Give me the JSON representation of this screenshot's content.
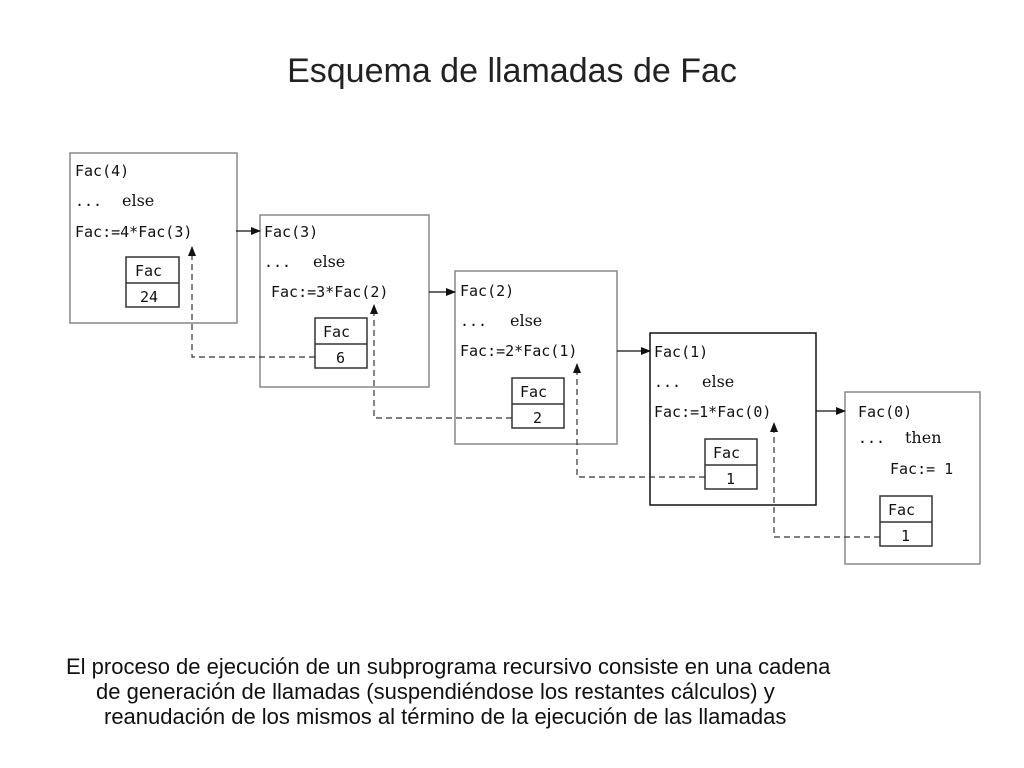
{
  "title": "Esquema de llamadas de Fac",
  "frames": [
    {
      "call": "Fac(4)",
      "dots": "...",
      "keyword": "else",
      "assign": "Fac:=4*Fac(3)",
      "var_label": "Fac",
      "var_value": "24"
    },
    {
      "call": "Fac(3)",
      "dots": "...",
      "keyword": "else",
      "assign": "Fac:=3*Fac(2)",
      "var_label": "Fac",
      "var_value": "6"
    },
    {
      "call": "Fac(2)",
      "dots": "...",
      "keyword": "else",
      "assign": "Fac:=2*Fac(1)",
      "var_label": "Fac",
      "var_value": "2"
    },
    {
      "call": "Fac(1)",
      "dots": "...",
      "keyword": "else",
      "assign": "Fac:=1*Fac(0)",
      "var_label": "Fac",
      "var_value": "1"
    },
    {
      "call": "Fac(0)",
      "dots": "...",
      "keyword": "then",
      "assign": "Fac:= 1",
      "var_label": "Fac",
      "var_value": "1"
    }
  ],
  "caption": {
    "line1": "El proceso de ejecución de un subprograma recursivo consiste en una cadena",
    "line2": "de generación de llamadas (suspendiéndose los restantes cálculos) y",
    "line3": "reanudación de los mismos al término de la ejecución de las llamadas"
  }
}
